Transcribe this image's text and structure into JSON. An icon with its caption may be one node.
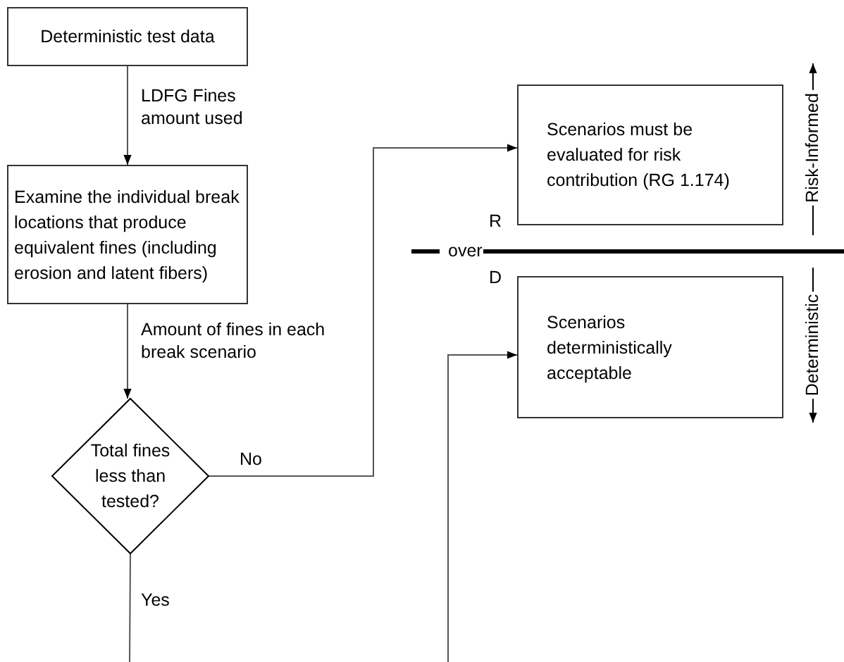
{
  "diagram": {
    "nodes": [
      {
        "text": [
          "Deterministic test data"
        ]
      },
      {
        "text": [
          "Examine the individual break locations that produce equivalent fines (including erosion and latent fibers)"
        ]
      },
      {
        "text": [
          "Total fines less than tested?"
        ]
      },
      {
        "text": [
          "Scenarios must be evaluated for risk contribution (RG 1.174)"
        ]
      },
      {
        "text": [
          "Scenarios deterministically acceptable"
        ]
      }
    ],
    "edges": [
      {
        "from": 0,
        "to": 1,
        "arrow": "to",
        "label": "LDFG Fines amount used"
      },
      {
        "from": 1,
        "to": 2,
        "arrow": "to",
        "label": "Amount of fines in each break scenario"
      },
      {
        "from": 2,
        "to": 3,
        "arrow": "to",
        "label": "No"
      },
      {
        "from": 2,
        "to": null,
        "arrow": "none",
        "label": "Yes"
      },
      {
        "from": null,
        "to": 4,
        "arrow": "to"
      }
    ],
    "labels": [
      "Risk-Informed",
      "R",
      "over",
      "D",
      "Deterministic"
    ]
  }
}
